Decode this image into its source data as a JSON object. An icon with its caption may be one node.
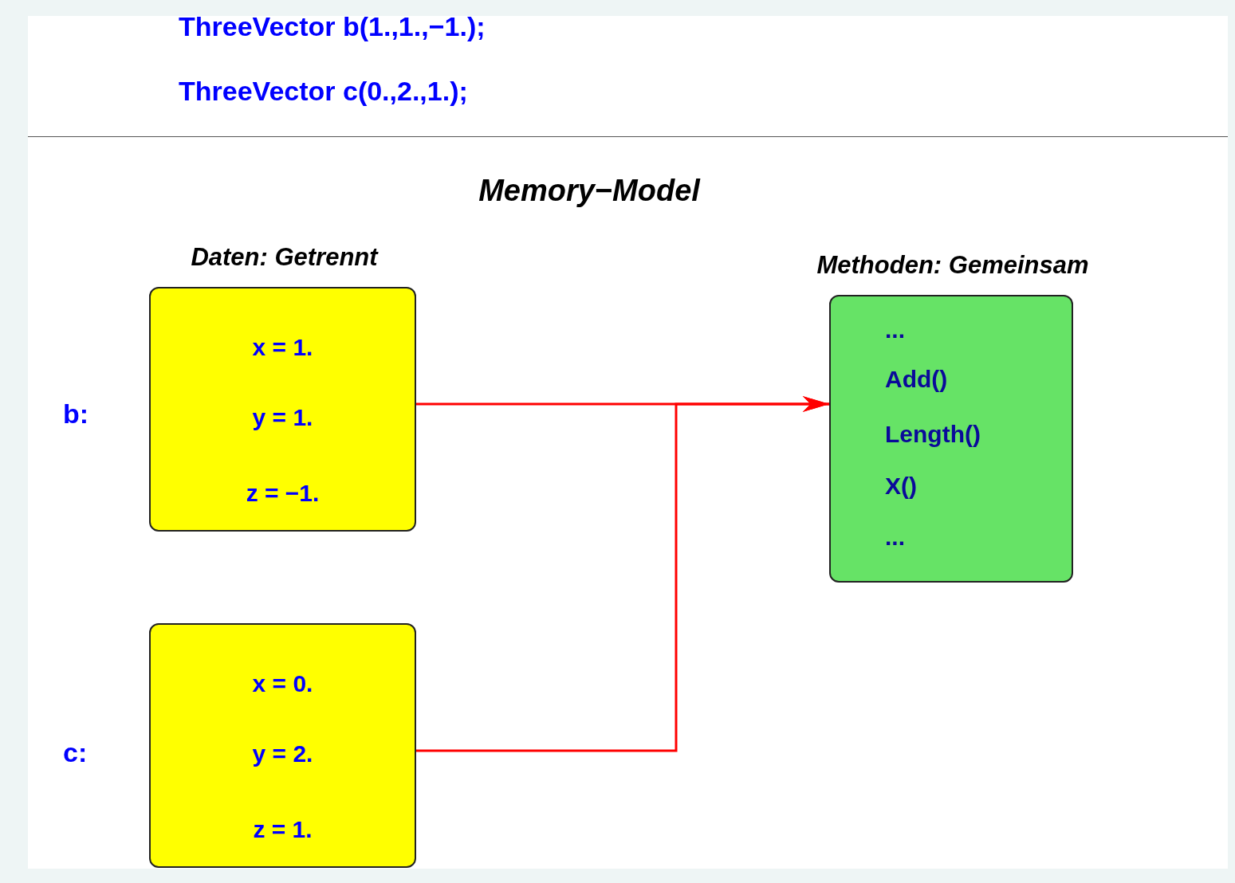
{
  "diagram": {
    "title": "Memory−Model",
    "nodes": [
      {
        "text": [
          "Daten: Getrennt",
          "x = 1.",
          "y = 1.",
          "z = −1."
        ],
        "beside": [
          "b:"
        ]
      },
      {
        "text": [
          "x = 0.",
          "y = 2.",
          "z = 1."
        ],
        "beside": [
          "c:"
        ]
      },
      {
        "text": [
          "Methoden: Gemeinsam",
          "...",
          "Add()",
          "Length()",
          "X()",
          "..."
        ]
      }
    ],
    "edges": [
      {
        "from": 0,
        "to": 2,
        "arrow": "to"
      },
      {
        "from": 1,
        "to": 2,
        "arrow": "to"
      }
    ],
    "labels": [
      "ThreeVector b(1.,1.,−1.);",
      "ThreeVector c(0.,2.,1.);"
    ]
  }
}
